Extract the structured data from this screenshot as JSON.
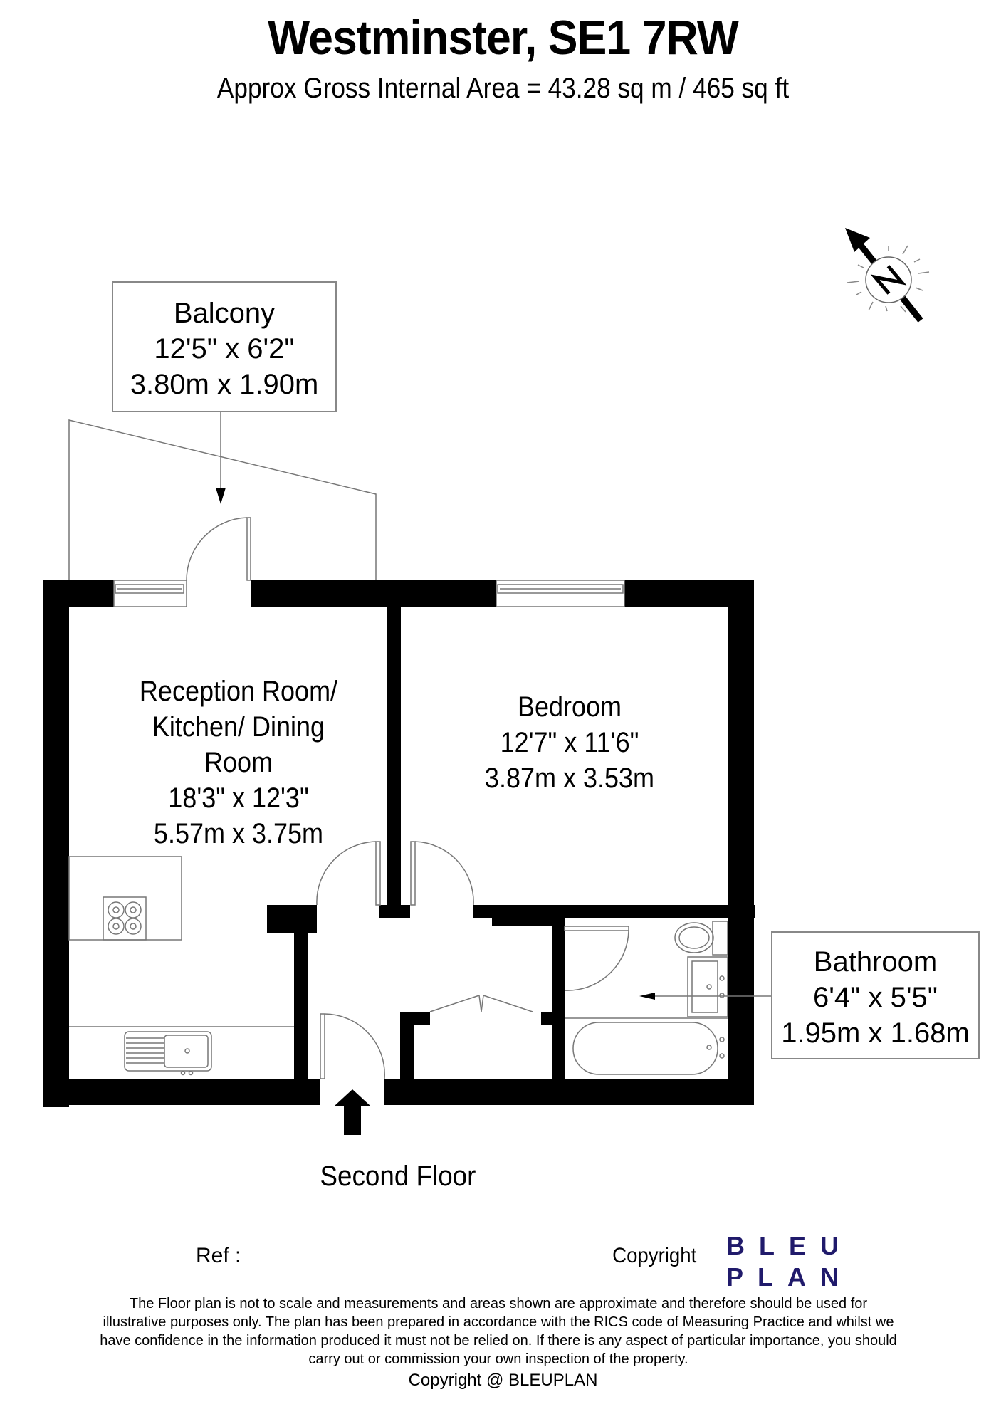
{
  "header": {
    "title": "Westminster, SE1 7RW",
    "subtitle": "Approx Gross Internal Area = 43.28 sq m / 465 sq ft"
  },
  "compass": {
    "icon": "north-arrow-icon",
    "letter": "N"
  },
  "rooms": {
    "balcony": {
      "name": "Balcony",
      "imperial": "12'5\" x 6'2\"",
      "metric": "3.80m x 1.90m"
    },
    "reception": {
      "name_lines": [
        "Reception Room/",
        "Kitchen/ Dining",
        "Room"
      ],
      "imperial": "18'3\" x 12'3\"",
      "metric": "5.57m x 3.75m"
    },
    "bedroom": {
      "name": "Bedroom",
      "imperial": "12'7\" x 11'6\"",
      "metric": "3.87m x 3.53m"
    },
    "bathroom": {
      "name": "Bathroom",
      "imperial": "6'4\" x 5'5\"",
      "metric": "1.95m x 1.68m"
    }
  },
  "floor_label": "Second Floor",
  "footer": {
    "ref_label": "Ref  :",
    "copyright_label": "Copyright",
    "logo_line1": "BLEU",
    "logo_line2": "PLAN",
    "logo_color": "#201a6b",
    "disclaimer_lines": [
      "The Floor plan is not to scale and measurements and areas shown are approximate and therefore should be used for",
      "illustrative purposes only. The plan has been prepared in accordance with the RICS code of Measuring Practice and whilst we",
      "have confidence in the information produced it must not be relied on. If there is any aspect of particular importance, you should",
      "carry out or commission your own inspection of the property."
    ],
    "copyright_notice": "Copyright @ BLEUPLAN"
  }
}
